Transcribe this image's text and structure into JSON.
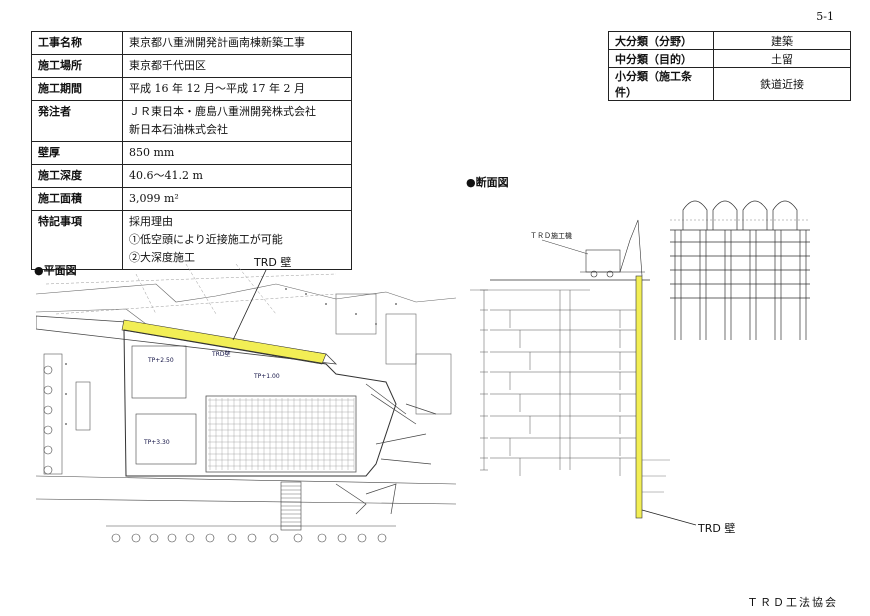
{
  "page_number": "5-1",
  "info": {
    "rows": [
      {
        "label": "工事名称",
        "value": [
          "東京都八重洲開発計画南棟新築工事"
        ]
      },
      {
        "label": "施工場所",
        "value": [
          "東京都千代田区"
        ]
      },
      {
        "label": "施工期間",
        "value": [
          "平成 16 年 12 月～平成 17 年 2 月"
        ]
      },
      {
        "label": "発注者",
        "value": [
          "ＪＲ東日本・鹿島八重洲開発株式会社",
          "新日本石油株式会社"
        ]
      },
      {
        "label": "壁厚",
        "value": [
          "850 mm"
        ]
      },
      {
        "label": "施工深度",
        "value": [
          "40.6～41.2 m"
        ]
      },
      {
        "label": "施工面積",
        "value": [
          "3,099 m²"
        ]
      },
      {
        "label": "特記事項",
        "value": [
          "採用理由",
          "①低空頭により近接施工が可能",
          "②大深度施工"
        ]
      }
    ]
  },
  "classification": {
    "rows": [
      {
        "label": "大分類（分野）",
        "value": "建築"
      },
      {
        "label": "中分類（目的）",
        "value": "土留"
      },
      {
        "label": "小分類（施工条件）",
        "value": "鉄道近接"
      }
    ]
  },
  "plan": {
    "label": "●平面図",
    "trd_label": "TRD 壁",
    "tags": [
      "TRD壁",
      "TP+2.50",
      "TP+1.00",
      "TP+3.30"
    ]
  },
  "section": {
    "label": "●断面図",
    "trd_label": "TRD 壁",
    "machine_label": "ＴＲＤ施工機"
  },
  "footer": "ＴＲＤ工法協会",
  "colors": {
    "highlight": "#f2ee55",
    "line": "#222222"
  }
}
